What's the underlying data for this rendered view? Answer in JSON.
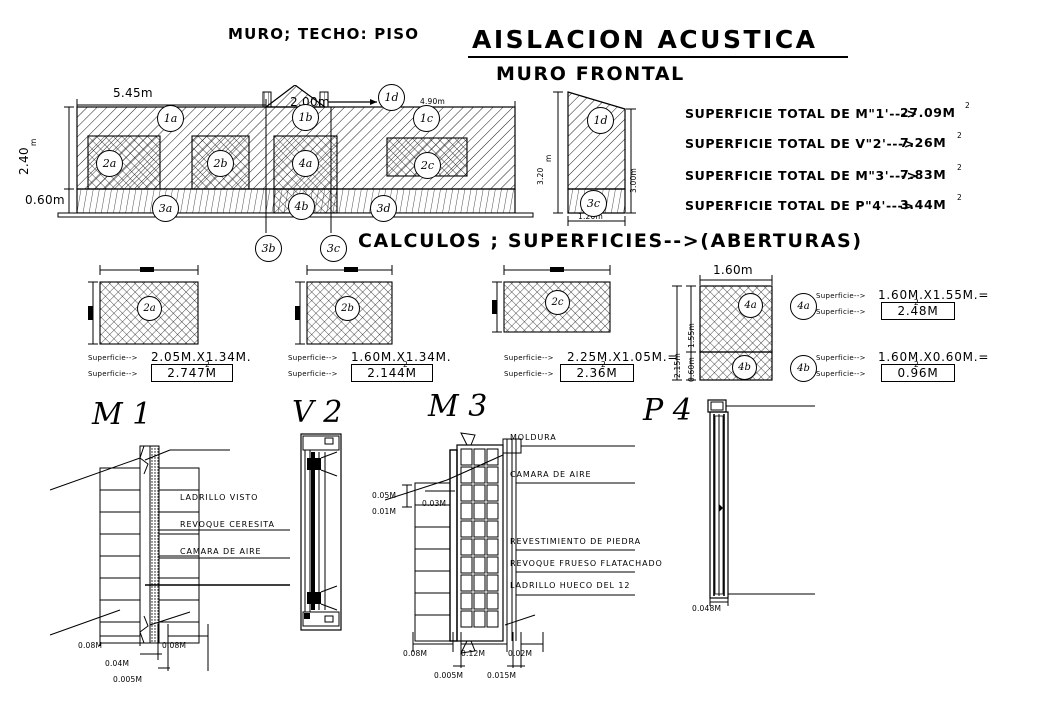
{
  "titles": {
    "main": "AISLACION  ACUSTICA",
    "sub": "MURO FRONTAL",
    "left_label": "MURO; TECHO: PISO",
    "calc_heading": "CALCULOS ; SUPERFICIES-->(ABERTURAS)"
  },
  "totals": [
    {
      "label": "SUPERFICIE TOTAL DE M\"1'--->",
      "value": "27.09M",
      "unit": "2"
    },
    {
      "label": "SUPERFICIE TOTAL DE V\"2'--->",
      "value": "7.26M",
      "unit": "2"
    },
    {
      "label": "SUPERFICIE TOTAL DE M\"3'--->",
      "value": "7.83M",
      "unit": "2"
    },
    {
      "label": "SUPERFICIE TOTAL DE P\"4'--->",
      "value": "3.44M",
      "unit": "2"
    }
  ],
  "elevation": {
    "dims": {
      "span_left": "5.45m",
      "span_mid": "2.00m",
      "span_right": "4.90m",
      "height_wall": "2.40",
      "height_wall_unit": "m",
      "height_base": "0.60m"
    },
    "bubbles": [
      "1a",
      "1b",
      "1c",
      "1d",
      "2a",
      "2b",
      "2c",
      "3a",
      "3b",
      "3c",
      "3d",
      "4a",
      "4b"
    ]
  },
  "side_elevation": {
    "dims": {
      "height_total": "3.20",
      "height_total_unit": "m",
      "height_right": "3.00m",
      "width": "1.20m"
    },
    "bubbles": [
      "1d",
      "3c"
    ]
  },
  "openings": [
    {
      "id": "2a",
      "line1_prefix": "Superficie-->",
      "line1": "2.05M.X1.34M.",
      "line2_prefix": "Superficie-->",
      "line2": "2.747M",
      "unit": "2"
    },
    {
      "id": "2b",
      "line1_prefix": "Superficie-->",
      "line1": "1.60M.X1.34M.",
      "line2_prefix": "Superficie-->",
      "line2": "2.144M",
      "unit": "2"
    },
    {
      "id": "2c",
      "line1_prefix": "Superficie-->",
      "line1": "2.25M.X1.05M.=",
      "line2_prefix": "Superficie-->",
      "line2": "2.36M",
      "unit": "2"
    }
  ],
  "door_opening": {
    "width_label": "1.60m",
    "height_total": "2.15m",
    "height_upper": "1.55m",
    "height_lower": "0.60m",
    "parts": [
      {
        "id": "4a",
        "line1_prefix": "Superficie-->",
        "line1": "1.60M.X1.55M.=",
        "line2_prefix": "Superficie-->",
        "line2": "2.48M",
        "unit": "2"
      },
      {
        "id": "4b",
        "line1_prefix": "Superficie-->",
        "line1": "1.60M.X0.60M.=",
        "line2_prefix": "Superficie-->",
        "line2": "0.96M",
        "unit": "2"
      }
    ]
  },
  "sections": {
    "m1": {
      "name": "M 1",
      "materials": [
        "LADRILLO VISTO",
        "REVOQUE CERESITA",
        "CAMARA DE AIRE"
      ],
      "dims": [
        "0.08M",
        "0.08M",
        "0.04M",
        "0.005M"
      ]
    },
    "v2": {
      "name": "V 2"
    },
    "m3": {
      "name": "M 3",
      "materials": [
        "MOLDURA",
        "CAMARA DE AIRE",
        "REVESTIMIENTO DE PIEDRA",
        "REVOQUE FRUESO FLATACHADO",
        "LADRILLO HUECO DEL 12"
      ],
      "dims_left": [
        "0.05M",
        "0.01M",
        "0.03M"
      ],
      "dims_bottom": [
        "0.08M",
        "0.12M",
        "0.02M",
        "0.005M",
        "0.015M"
      ]
    },
    "p4": {
      "name": "P 4",
      "dims": [
        "0.048M"
      ]
    }
  },
  "colors": {
    "ink": "#000000",
    "paper": "#ffffff"
  }
}
